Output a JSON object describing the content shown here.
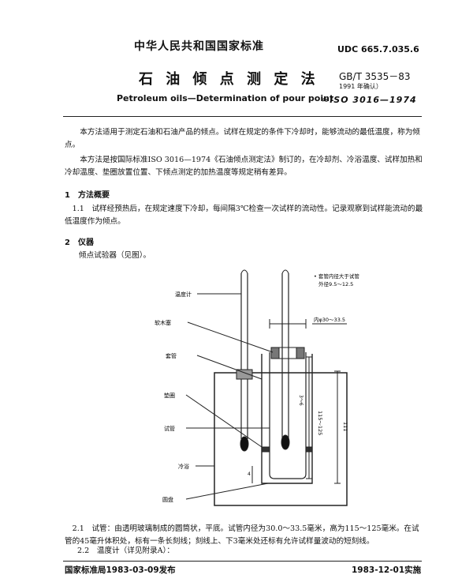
{
  "header": {
    "org": "中华人民共和国国家标准",
    "udc": "UDC 665.7.035.6",
    "title": "石 油 倾 点 测 定 法",
    "gb_code": "GB/T 3535－83",
    "gb_revision": "1991 年确认）",
    "en_title": "Petroleum oils—Determination of pour point",
    "iso_ref": "≈ISO 3016—1974"
  },
  "body": {
    "intro_1": "本方法适用于测定石油和石油产品的倾点。试样在规定的条件下冷却时，能够流动的最低温度，称为倾点。",
    "intro_2": "本方法是按国际标准ISO 3016—1974《石油倾点测定法》制订的，在冷却剂、冷浴温度、试样加热和冷却温度、垫圈放置位置、下倾点测定的加热温度等规定稍有差异。",
    "s1_heading": "1　方法概要",
    "s1_1": "1.1　试样经预热后，在规定速度下冷却，每间隔3℃检查一次试样的流动性。记录观察到试样能流动的最低温度作为倾点。",
    "s2_heading": "2　仪器",
    "s2_intro": "倾点试验器（见图）。",
    "s2_1": "2.1　试管：由透明玻璃制成的圆筒状，平底。试管内径为30.0～33.5毫米，高为115～125毫米。在试管的45毫升体积处，标有一条长刻线；刻线上、下3毫米处还标有允许试样量波动的短刻线。",
    "s2_2": "2.2　温度计（详见附录A）："
  },
  "figure": {
    "label_thermometer": "温度计",
    "label_cork": "软木塞",
    "label_jacket": "套管",
    "label_gasket": "垫圈",
    "label_tube": "试管",
    "label_bath": "冷浴",
    "label_disk": "圆盘",
    "note_1": "• 套管内径大于试管",
    "note_2": "外径9.5～12.5",
    "dim_inner_dia": "内φ30～33.5",
    "dim_height": "115～125",
    "dim_3_6": "3～6",
    "dim_111": "111",
    "dim_4": "4"
  },
  "footer": {
    "issued": "国家标准局1983-03-09发布",
    "effective": "1983-12-01实施"
  }
}
